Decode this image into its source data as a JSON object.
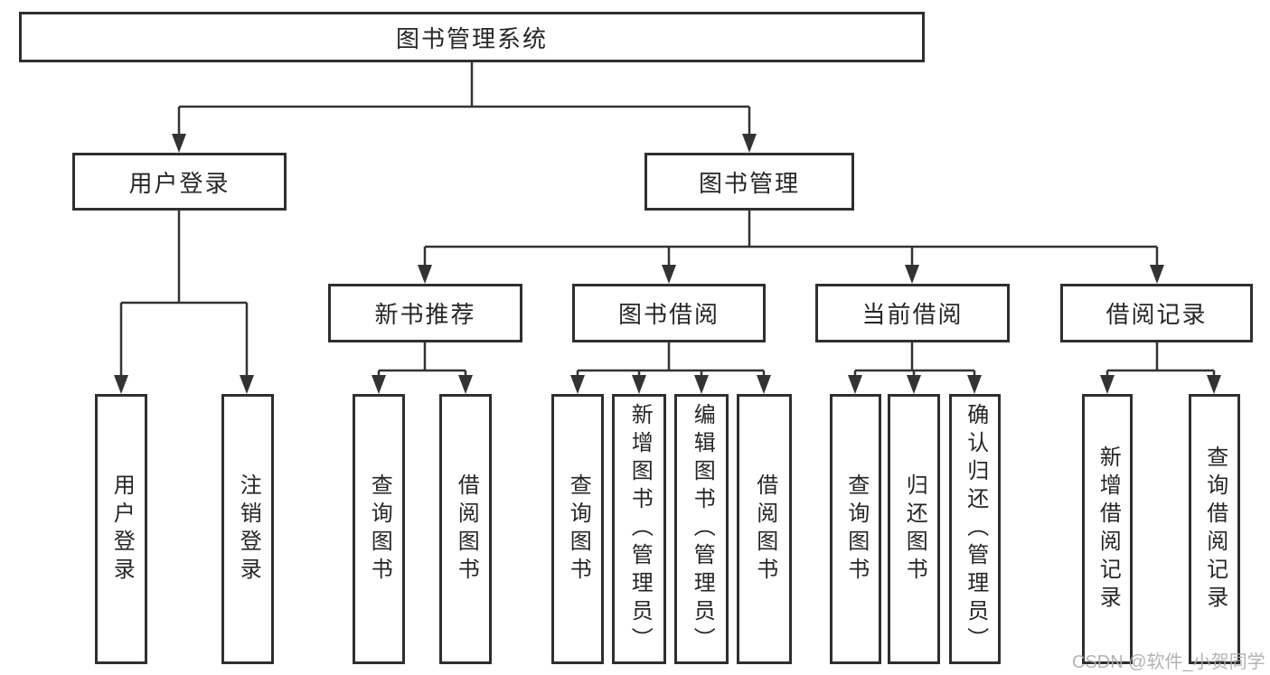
{
  "diagram": {
    "nodes": {
      "root": "图书管理系统",
      "user_login": "用户登录",
      "book_mgmt": "图书管理",
      "new_books": "新书推荐",
      "book_borrow": "图书借阅",
      "current_borrow": "当前借阅",
      "borrow_records": "借阅记录",
      "leaf_user_login": "用户登录",
      "leaf_logout": "注销登录",
      "leaf_nb_query": "查询图书",
      "leaf_nb_borrow": "借阅图书",
      "leaf_bb_query": "查询图书",
      "leaf_bb_add": "新增图书（管理员）",
      "leaf_bb_edit": "编辑图书（管理员）",
      "leaf_bb_borrow": "借阅图书",
      "leaf_cb_query": "查询图书",
      "leaf_cb_return": "归还图书",
      "leaf_cb_confirm": "确认归还（管理员）",
      "leaf_br_add": "新增借阅记录",
      "leaf_br_query": "查询借阅记录"
    },
    "watermark": "CSDN @软件_小贺同学",
    "colors": {
      "line": "#333333",
      "border": "#2f2f2f",
      "text": "#262626",
      "watermark": "#ababab",
      "background": "#ffffff"
    }
  }
}
